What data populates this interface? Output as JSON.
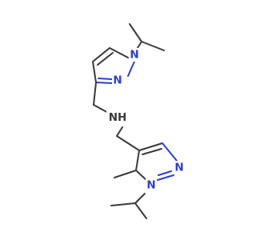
{
  "molecule": {
    "atoms": [
      {
        "element": "N",
        "label": "N",
        "color": "#2b3fd6"
      },
      {
        "element": "N",
        "label": "N",
        "color": "#2b3fd6"
      },
      {
        "element": "N",
        "label": "NH",
        "color": "#3a3a3a"
      },
      {
        "element": "N",
        "label": "N",
        "color": "#2b3fd6"
      },
      {
        "element": "N",
        "label": "N",
        "color": "#2b3fd6"
      }
    ]
  }
}
